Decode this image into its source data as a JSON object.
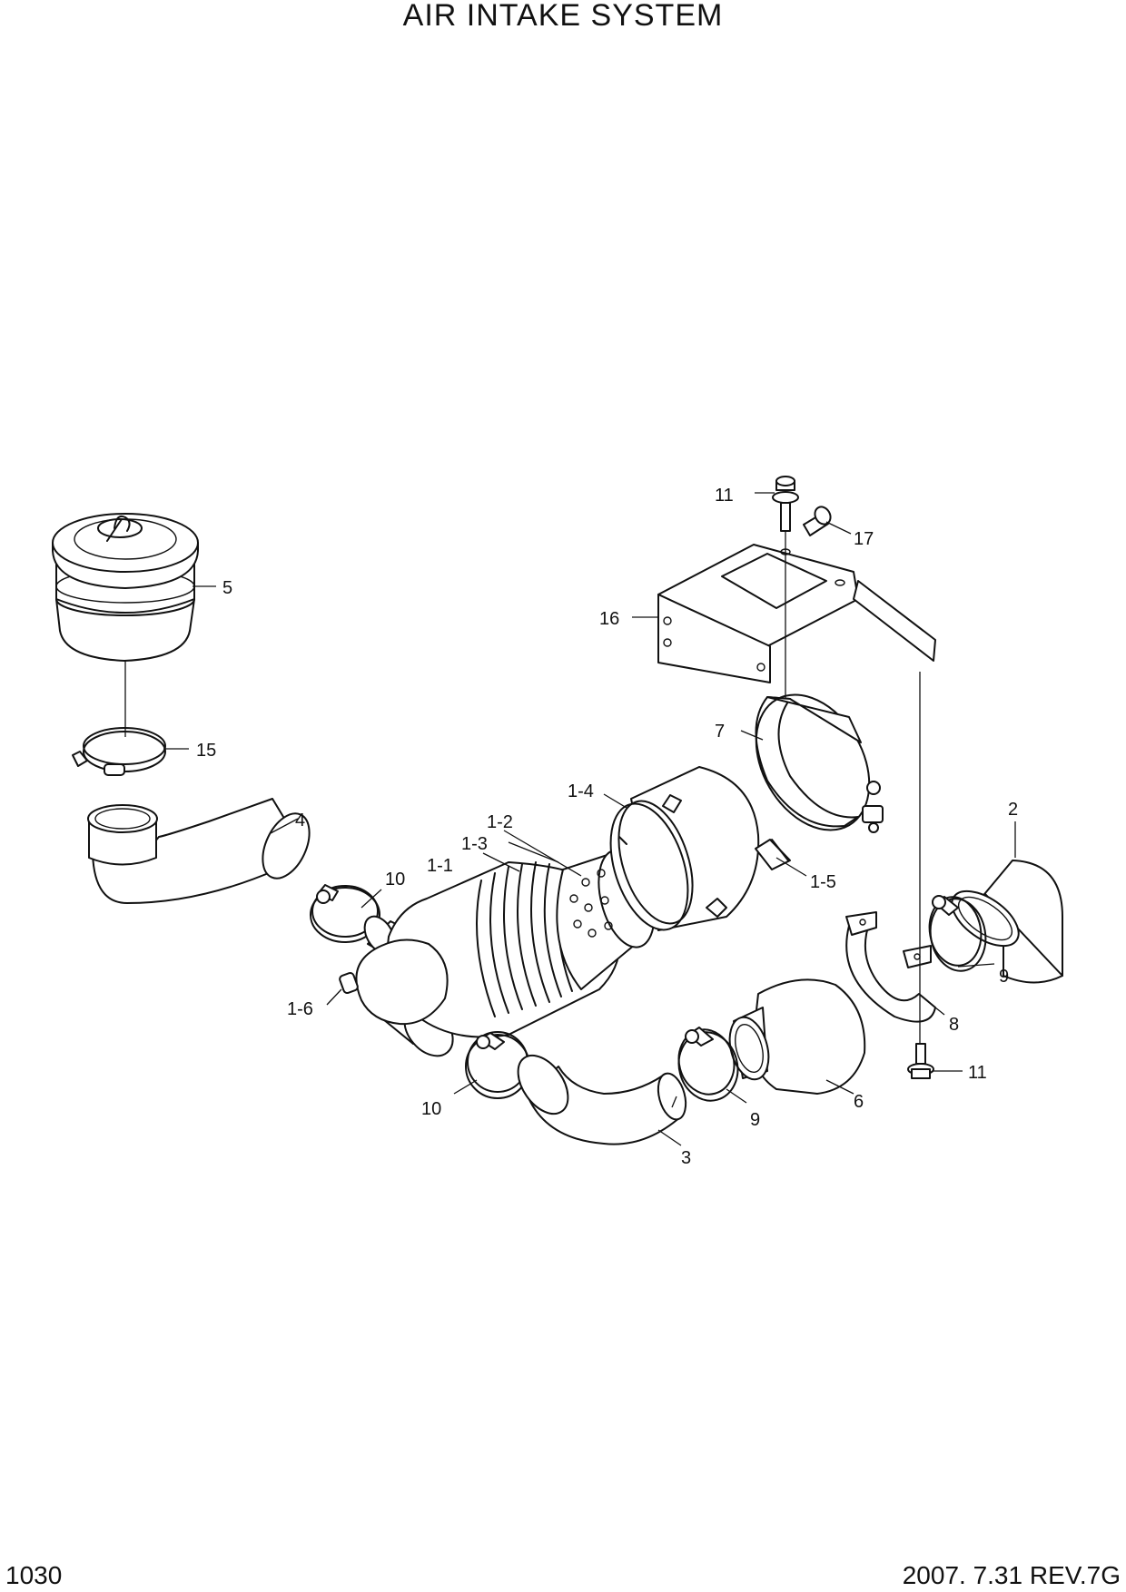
{
  "title": "AIR INTAKE SYSTEM",
  "page_number": "1030",
  "revision": "2007. 7.31  REV.7G",
  "callouts": {
    "c1_1": "1-1",
    "c1_2": "1-2",
    "c1_3": "1-3",
    "c1_4": "1-4",
    "c1_5": "1-5",
    "c1_6": "1-6",
    "c2": "2",
    "c3": "3",
    "c4": "4",
    "c5": "5",
    "c6": "6",
    "c7": "7",
    "c8": "8",
    "c9a": "9",
    "c9b": "9",
    "c10a": "10",
    "c10b": "10",
    "c11a": "11",
    "c11b": "11",
    "c15": "15",
    "c16": "16",
    "c17": "17"
  }
}
